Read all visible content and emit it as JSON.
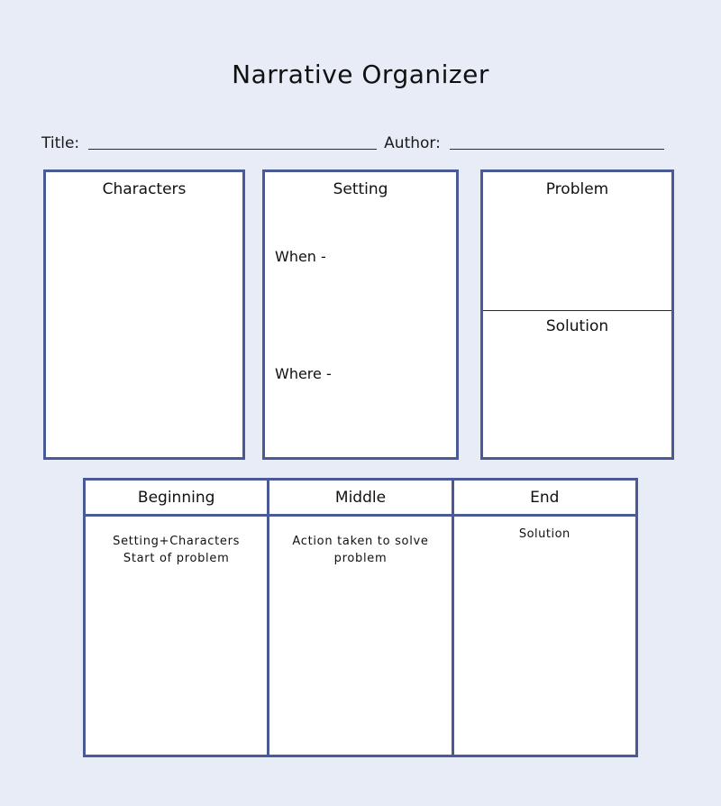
{
  "document": {
    "title": "Narrative Organizer"
  },
  "meta": {
    "title_label": "Title:",
    "author_label": "Author:",
    "title_value": "",
    "author_value": ""
  },
  "top_row": {
    "characters": {
      "heading": "Characters",
      "content": ""
    },
    "setting": {
      "heading": "Setting",
      "when_label": "When -",
      "where_label": "Where -"
    },
    "problem_solution": {
      "problem_heading": "Problem",
      "problem_content": "",
      "solution_heading": "Solution",
      "solution_content": ""
    }
  },
  "bottom_row": {
    "columns": [
      {
        "heading": "Beginning",
        "body": "Setting+Characters\nStart of problem"
      },
      {
        "heading": "Middle",
        "body": "Action taken to solve\nproblem"
      },
      {
        "heading": "End",
        "body": "Solution"
      }
    ]
  },
  "colors": {
    "page_background": "#e8ecf7",
    "box_border": "#495a96",
    "box_fill": "#ffffff",
    "rule": "#2b2b2b",
    "text": "#111111"
  }
}
